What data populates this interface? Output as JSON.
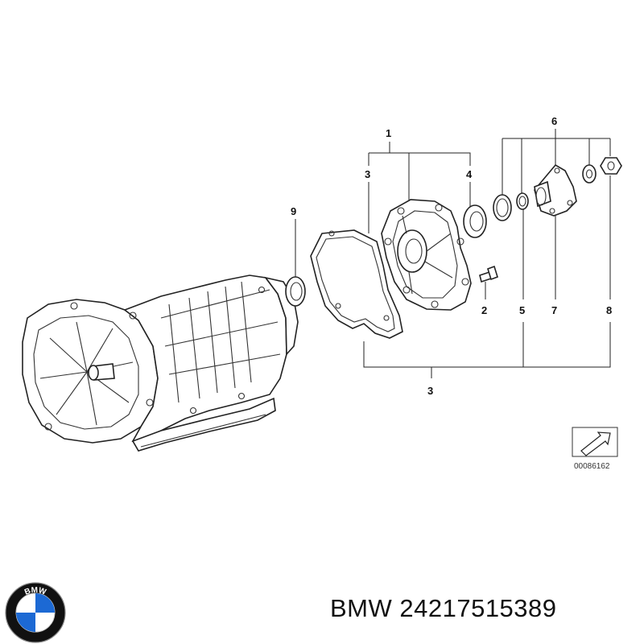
{
  "diagram": {
    "callouts": [
      {
        "id": "c1",
        "text": "1"
      },
      {
        "id": "c3a",
        "text": "3"
      },
      {
        "id": "c4",
        "text": "4"
      },
      {
        "id": "c6",
        "text": "6"
      },
      {
        "id": "c9",
        "text": "9"
      },
      {
        "id": "c2",
        "text": "2"
      },
      {
        "id": "c5",
        "text": "5"
      },
      {
        "id": "c7",
        "text": "7"
      },
      {
        "id": "c8",
        "text": "8"
      },
      {
        "id": "c3b",
        "text": "3"
      }
    ],
    "reference_code": "00086162"
  },
  "caption": {
    "text": "BMW 24217515389"
  },
  "logo": {
    "letters": "BMW",
    "colors": {
      "blue": "#1c69d4",
      "white": "#ffffff",
      "ring": "#000000"
    }
  }
}
